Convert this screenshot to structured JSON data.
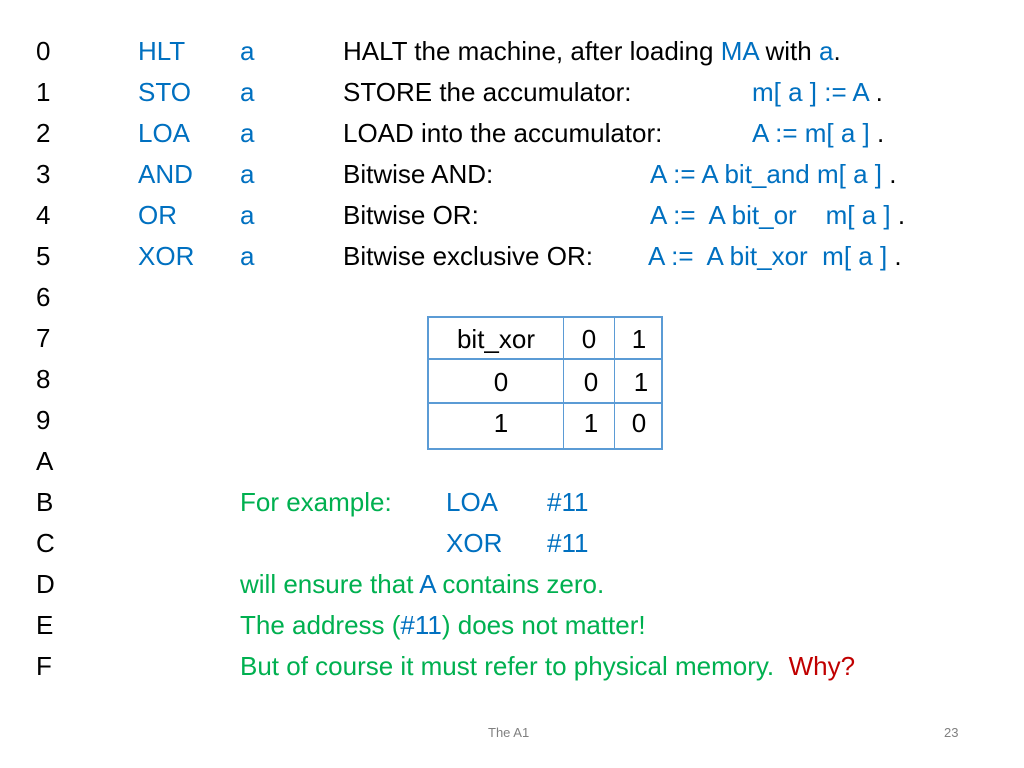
{
  "slide": {
    "colors": {
      "text": "#000000",
      "blue": "#0070c0",
      "green": "#00b050",
      "red": "#c00000",
      "table_border": "#5b9bd5"
    },
    "rows": [
      {
        "addr": "0",
        "op": "HLT",
        "arg": "a",
        "desc": "HALT the machine, after loading ",
        "desc_b1": "MA",
        "desc_mid": " with ",
        "desc_b2": "a",
        "desc_end": "."
      },
      {
        "addr": "1",
        "op": "STO",
        "arg": "a",
        "desc": "STORE the accumulator:",
        "formula": "m[ a ] := A",
        "end": " ."
      },
      {
        "addr": "2",
        "op": "LOA",
        "arg": "a",
        "desc": "LOAD into the accumulator:",
        "formula": "A := m[ a ]",
        "end": " ."
      },
      {
        "addr": "3",
        "op": "AND",
        "arg": "a",
        "desc": "Bitwise  AND:",
        "formula": "A :=  A bit_and m[ a ]",
        "end": " ."
      },
      {
        "addr": "4",
        "op": "OR",
        "arg": "a",
        "desc": "Bitwise OR:",
        "formula": "A :=  A bit_or    m[ a ]",
        "end": " ."
      },
      {
        "addr": "5",
        "op": "XOR",
        "arg": "a",
        "desc": "Bitwise exclusive OR:",
        "formula": "A :=  A bit_xor  m[ a ]",
        "end": " ."
      },
      {
        "addr": "6"
      },
      {
        "addr": "7"
      },
      {
        "addr": "8"
      },
      {
        "addr": "9"
      },
      {
        "addr": "A"
      },
      {
        "addr": "B"
      },
      {
        "addr": "C"
      },
      {
        "addr": "D"
      },
      {
        "addr": "E"
      },
      {
        "addr": "F"
      }
    ],
    "table": {
      "header": [
        "bit_xor",
        "0",
        "1"
      ],
      "rows": [
        [
          "0",
          "0",
          "1"
        ],
        [
          "1",
          "1",
          "0"
        ]
      ]
    },
    "example": {
      "intro": "For example:",
      "line1_op": "LOA",
      "line1_arg": "#11",
      "line2_op": "XOR",
      "line2_arg": "#11",
      "line3_pre": "will ensure that ",
      "line3_a": "A",
      "line3_post": " contains zero.",
      "line4_pre": "The address (",
      "line4_addr": "#11",
      "line4_post": ") does not matter!",
      "line5": "But of course it must refer to physical memory.",
      "line5_why": "Why?"
    },
    "footer": {
      "title": "The A1",
      "page": "23"
    }
  }
}
